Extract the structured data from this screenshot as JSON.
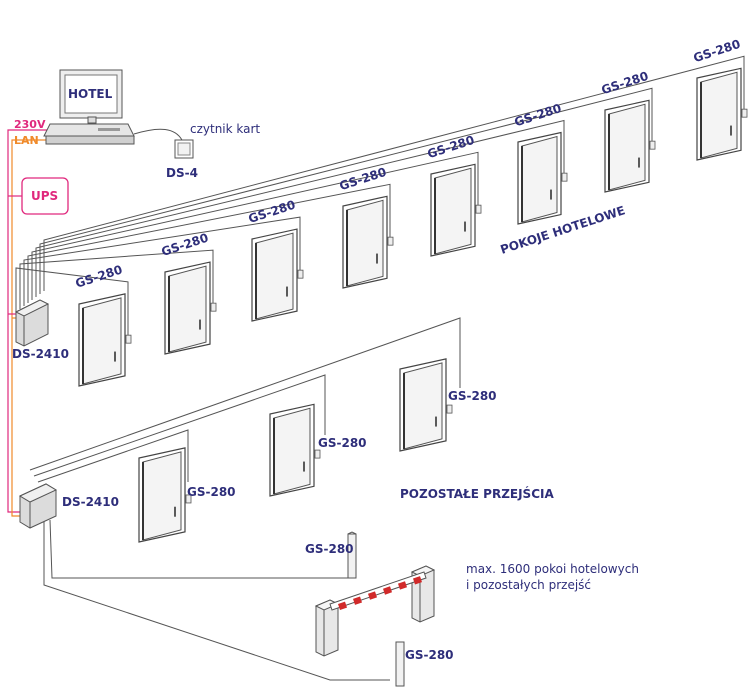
{
  "computer": {
    "title": "HOTEL",
    "power_label": "230V",
    "lan_label": "LAN",
    "reader_label": "czytnik kart",
    "reader_device": "DS-4"
  },
  "ups": {
    "label": "UPS"
  },
  "controllers": {
    "upper": "DS-2410",
    "lower": "DS-2410"
  },
  "hotel_rooms": {
    "title": "POKOJE HOTELOWE",
    "reader_model": "GS-280",
    "doors": [
      "GS-280",
      "GS-280",
      "GS-280",
      "GS-280",
      "GS-280",
      "GS-280",
      "GS-280",
      "GS-280"
    ]
  },
  "other_passages": {
    "title": "POZOSTAŁE PRZEJŚCIA",
    "doors": [
      "GS-280",
      "GS-280",
      "GS-280"
    ],
    "barrier_readers": [
      "GS-280",
      "GS-280"
    ]
  },
  "note": {
    "line1": "max. 1600 pokoi hotelowych",
    "line2": "i pozostałych przejść"
  },
  "colors": {
    "text": "#2e2e7a",
    "power": "#e0287d",
    "lan": "#f08a2a",
    "ups_border": "#e0287d",
    "barrier_stripe": "#d12a2a"
  }
}
